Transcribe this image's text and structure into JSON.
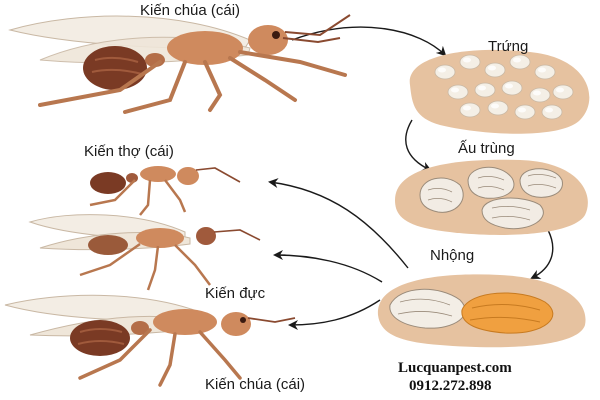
{
  "labels": {
    "queen_top": "Kiến chúa (cái)",
    "eggs": "Trứng",
    "larva": "Ấu trùng",
    "pupa": "Nhộng",
    "worker": "Kiến thợ (cái)",
    "male": "Kiến đực",
    "queen_bottom": "Kiến chúa (cái)"
  },
  "brand": {
    "site": "Lucquanpest.com",
    "phone": "0912.272.898"
  },
  "colors": {
    "ant_body": "#cf8a5e",
    "ant_dark": "#8a4a30",
    "abdomen_dark": "#7a3a24",
    "wing": "#f3ede4",
    "blob": "#e6c2a0",
    "egg": "#f2ede4",
    "pupa_orange": "#f0a040",
    "arrow": "#1a1a1a"
  }
}
